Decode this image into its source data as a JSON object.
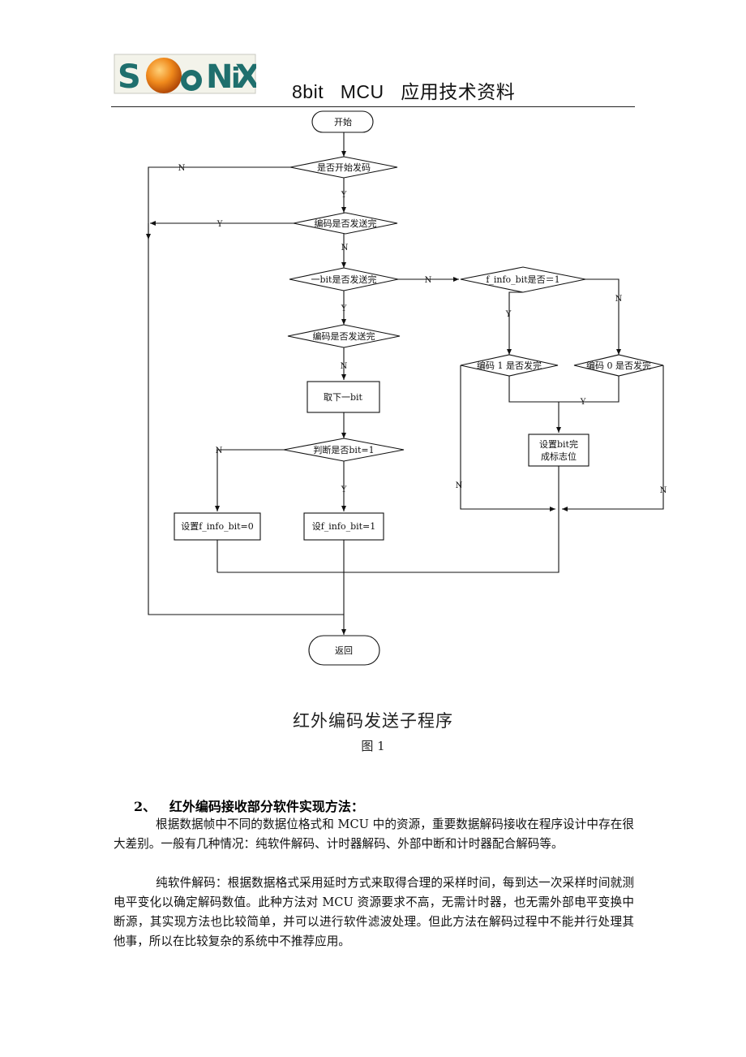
{
  "header": {
    "logo_text": "SONiX",
    "title": "8bit   MCU   应用技术资料"
  },
  "flowchart": {
    "start": "开始",
    "d_start_send": "是否开始发码",
    "d_code_done_1": "编码是否发送完",
    "d_bit_done": "一bit是否发送完",
    "d_code_done_2": "编码是否发送完",
    "p_take_bit": "取下一bit",
    "d_bit_is_1": "判断是否bit=1",
    "p_set_0": "设置f_info_bit=0",
    "p_set_1": "设f_info_bit=1",
    "d_info_is_1": "f_info_bit是否＝1",
    "d_code1_done": "编码 1 是否发完",
    "d_code0_done": "编码 0 是否发完",
    "p_set_flag_line1": "设置bit完",
    "p_set_flag_line2": "成标志位",
    "end": "返回",
    "yes": "Y",
    "no": "N"
  },
  "caption": {
    "title": "红外编码发送子程序",
    "figure": "图 1"
  },
  "section": {
    "heading": "2、   红外编码接收部分软件实现方法：",
    "p1": "根据数据帧中不同的数据位格式和 MCU 中的资源，重要数据解码接收在程序设计中存在很大差别。一般有几种情况：纯软件解码、计时器解码、外部中断和计时器配合解码等。",
    "p2": "纯软件解码：根据数据格式采用延时方式来取得合理的采样时间，每到达一次采样时间就测电平变化以确定解码数值。此种方法对 MCU 资源要求不高，无需计时器，也无需外部电平变换中断源，其实现方法也比较简单，并可以进行软件滤波处理。但此方法在解码过程中不能并行处理其他事，所以在比较复杂的系统中不推荐应用。"
  }
}
